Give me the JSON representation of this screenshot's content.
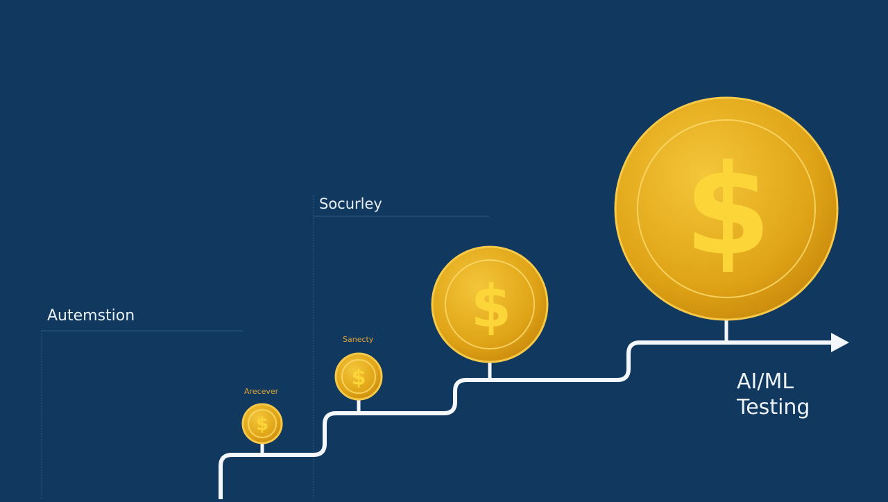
{
  "labels": {
    "automation": "Autemstion",
    "security": "Socurley",
    "coin1_caption": "Arecever",
    "coin2_caption": "Sanecty",
    "aiml": "AI/ML Testing"
  },
  "coin_symbol": "$",
  "colors": {
    "background": "#11395f",
    "coin": "#e8ac1c",
    "coin_highlight": "#f7c948",
    "path": "#f4f7fb",
    "caption": "#e3a631"
  },
  "icons": [
    "dollar-coin-icon",
    "arrow-right-icon"
  ]
}
